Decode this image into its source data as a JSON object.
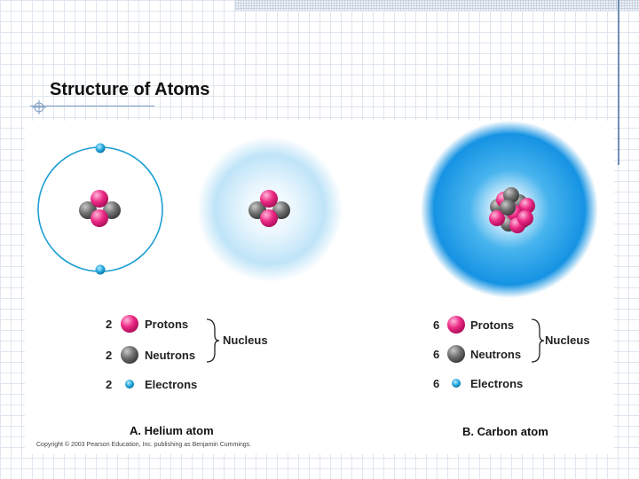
{
  "title": "Structure of Atoms",
  "colors": {
    "proton": "#e8197b",
    "neutron": "#6f6f6f",
    "electron": "#22a6d6",
    "cloud": "#1e9be6"
  },
  "helium": {
    "caption": "A. Helium atom",
    "legend": [
      {
        "count": "2",
        "label": "Protons"
      },
      {
        "count": "2",
        "label": "Neutrons"
      },
      {
        "count": "2",
        "label": "Electrons"
      }
    ],
    "group_label": "Nucleus"
  },
  "carbon": {
    "caption": "B. Carbon atom",
    "legend": [
      {
        "count": "6",
        "label": "Protons"
      },
      {
        "count": "6",
        "label": "Neutrons"
      },
      {
        "count": "6",
        "label": "Electrons"
      }
    ],
    "group_label": "Nucleus"
  },
  "copyright": "Copyright © 2003 Pearson Education, Inc. publishing as Benjamin Cummings."
}
